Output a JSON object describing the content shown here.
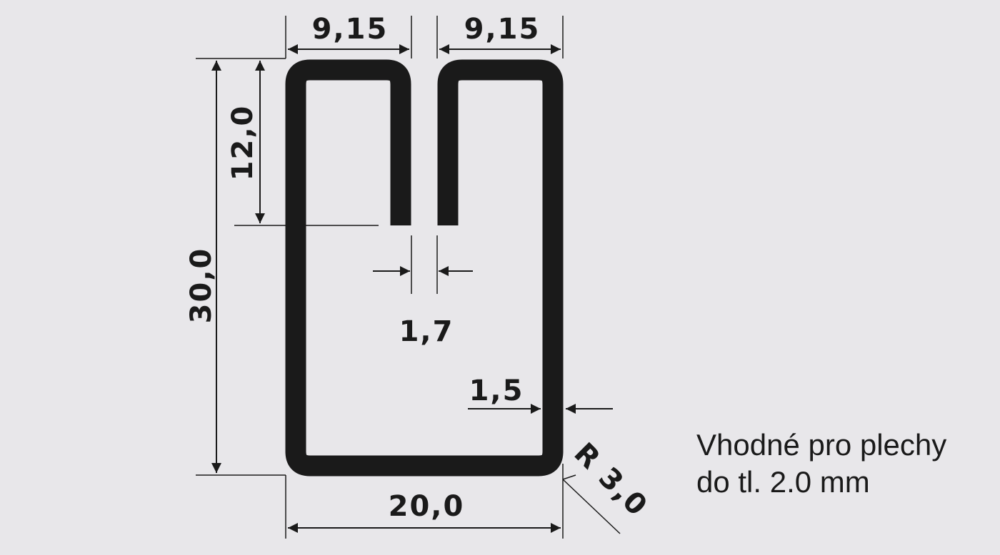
{
  "colors": {
    "background": "#e8e7ea",
    "line": "#1a1a1a"
  },
  "dimensions": {
    "top_left_width": "9,15",
    "top_right_width": "9,15",
    "slot_depth": "12,0",
    "total_height": "30,0",
    "gap_width": "1,7",
    "wall_thickness": "1,5",
    "total_width": "20,0",
    "corner_radius": "R 3,0"
  },
  "note": {
    "line1": "Vhodné pro plechy",
    "line2": "do tl. 2.0 mm"
  }
}
